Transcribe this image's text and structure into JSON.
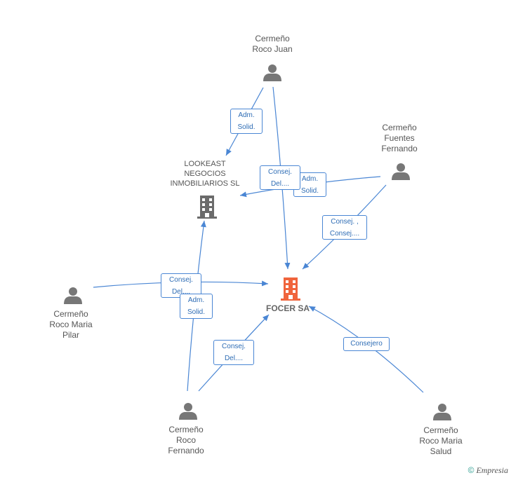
{
  "nodes": {
    "juan": {
      "label": "Cermeño\nRoco Juan"
    },
    "fernando_fuentes": {
      "label": "Cermeño\nFuentes\nFernando"
    },
    "pilar": {
      "label": "Cermeño\nRoco Maria\nPilar"
    },
    "fernando": {
      "label": "Cermeño\nRoco\nFernando"
    },
    "salud": {
      "label": "Cermeño\nRoco Maria\nSalud"
    },
    "lookeast": {
      "label": "LOOKEAST\nNEGOCIOS\nINMOBILIARIOS SL"
    },
    "focer": {
      "label": "FOCER SA"
    }
  },
  "edges": {
    "juan_lookeast": "Adm.\nSolid.",
    "juan_focer": "Consej.\nDel....",
    "fuentes_lookeast": "Adm.\nSolid.",
    "fuentes_focer": "Consej. ,\nConsej....",
    "pilar_focer": "Consej.\nDel....",
    "fernando_lookeast": "Adm.\nSolid.",
    "fernando_focer": "Consej.\nDel....",
    "salud_focer": "Consejero"
  },
  "brand": {
    "copyright": "©",
    "name": "Empresia"
  },
  "colors": {
    "edge": "#4a86d4",
    "person": "#777777",
    "company": "#6b6b6b",
    "focus": "#f0643c"
  }
}
